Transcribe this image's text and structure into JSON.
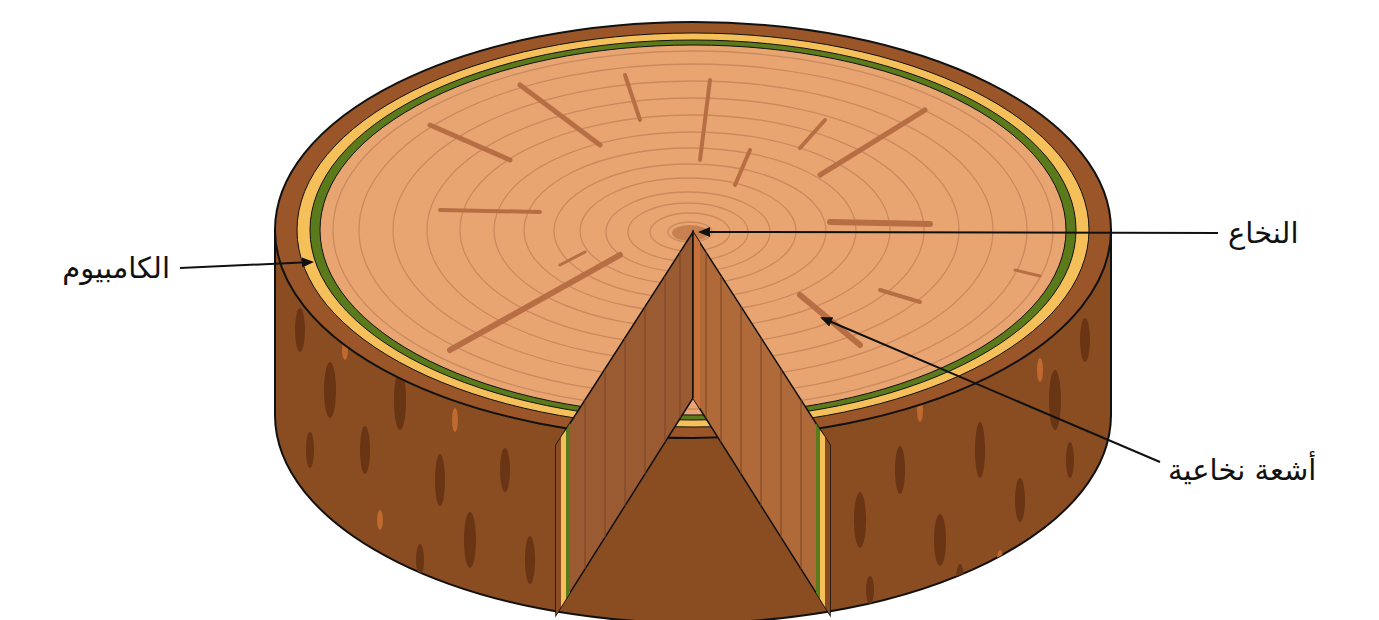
{
  "diagram": {
    "labels": [
      "الكامبيوم",
      "النخاع",
      "أشعة نخاعية"
    ]
  }
}
